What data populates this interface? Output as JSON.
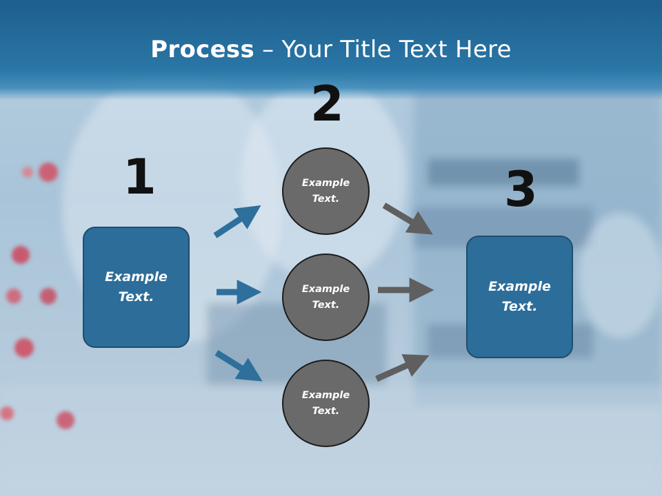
{
  "title": {
    "bold": "Process",
    "rest": " – Your Title Text Here"
  },
  "steps": [
    {
      "number": "1",
      "text": "Example\nText."
    },
    {
      "number": "2",
      "items": [
        "Example\nText.",
        "Example\nText.",
        "Example\nText."
      ]
    },
    {
      "number": "3",
      "text": "Example\nText."
    }
  ],
  "colors": {
    "header": "#1d5f8e",
    "box": "#2c6d99",
    "circle": "#6a6a6a",
    "arrow_blue": "#2e6f9c",
    "arrow_gray": "#5f5f5f"
  }
}
